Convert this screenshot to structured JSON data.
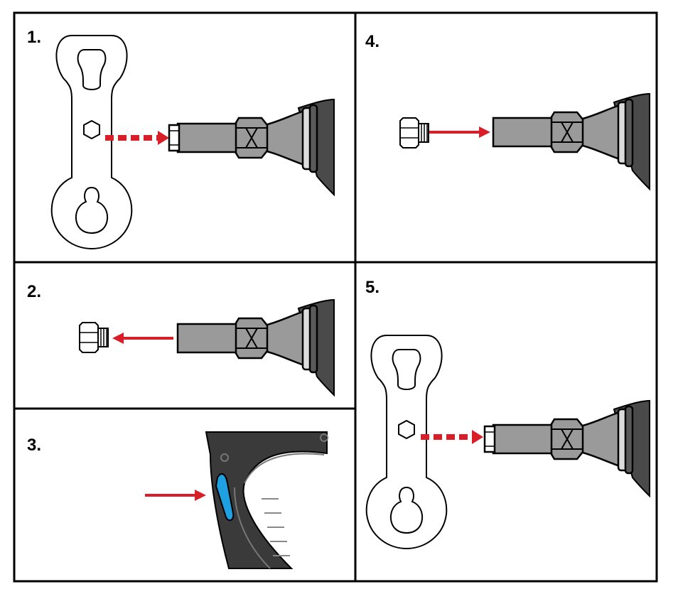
{
  "steps": [
    {
      "label": "1."
    },
    {
      "label": "2."
    },
    {
      "label": "3."
    },
    {
      "label": "4."
    },
    {
      "label": "5."
    }
  ],
  "colors": {
    "arrow": "#d81e28",
    "tool_gray": "#9a9a9a",
    "tool_dark": "#4a4a4a",
    "gun_body": "#3a3a3a",
    "button": "#1fa0e0",
    "outline": "#000000"
  },
  "icons": {
    "wrench": "wrench-icon",
    "drill": "drill-icon",
    "bolt": "bolt-icon",
    "gun": "spray-gun-icon"
  }
}
